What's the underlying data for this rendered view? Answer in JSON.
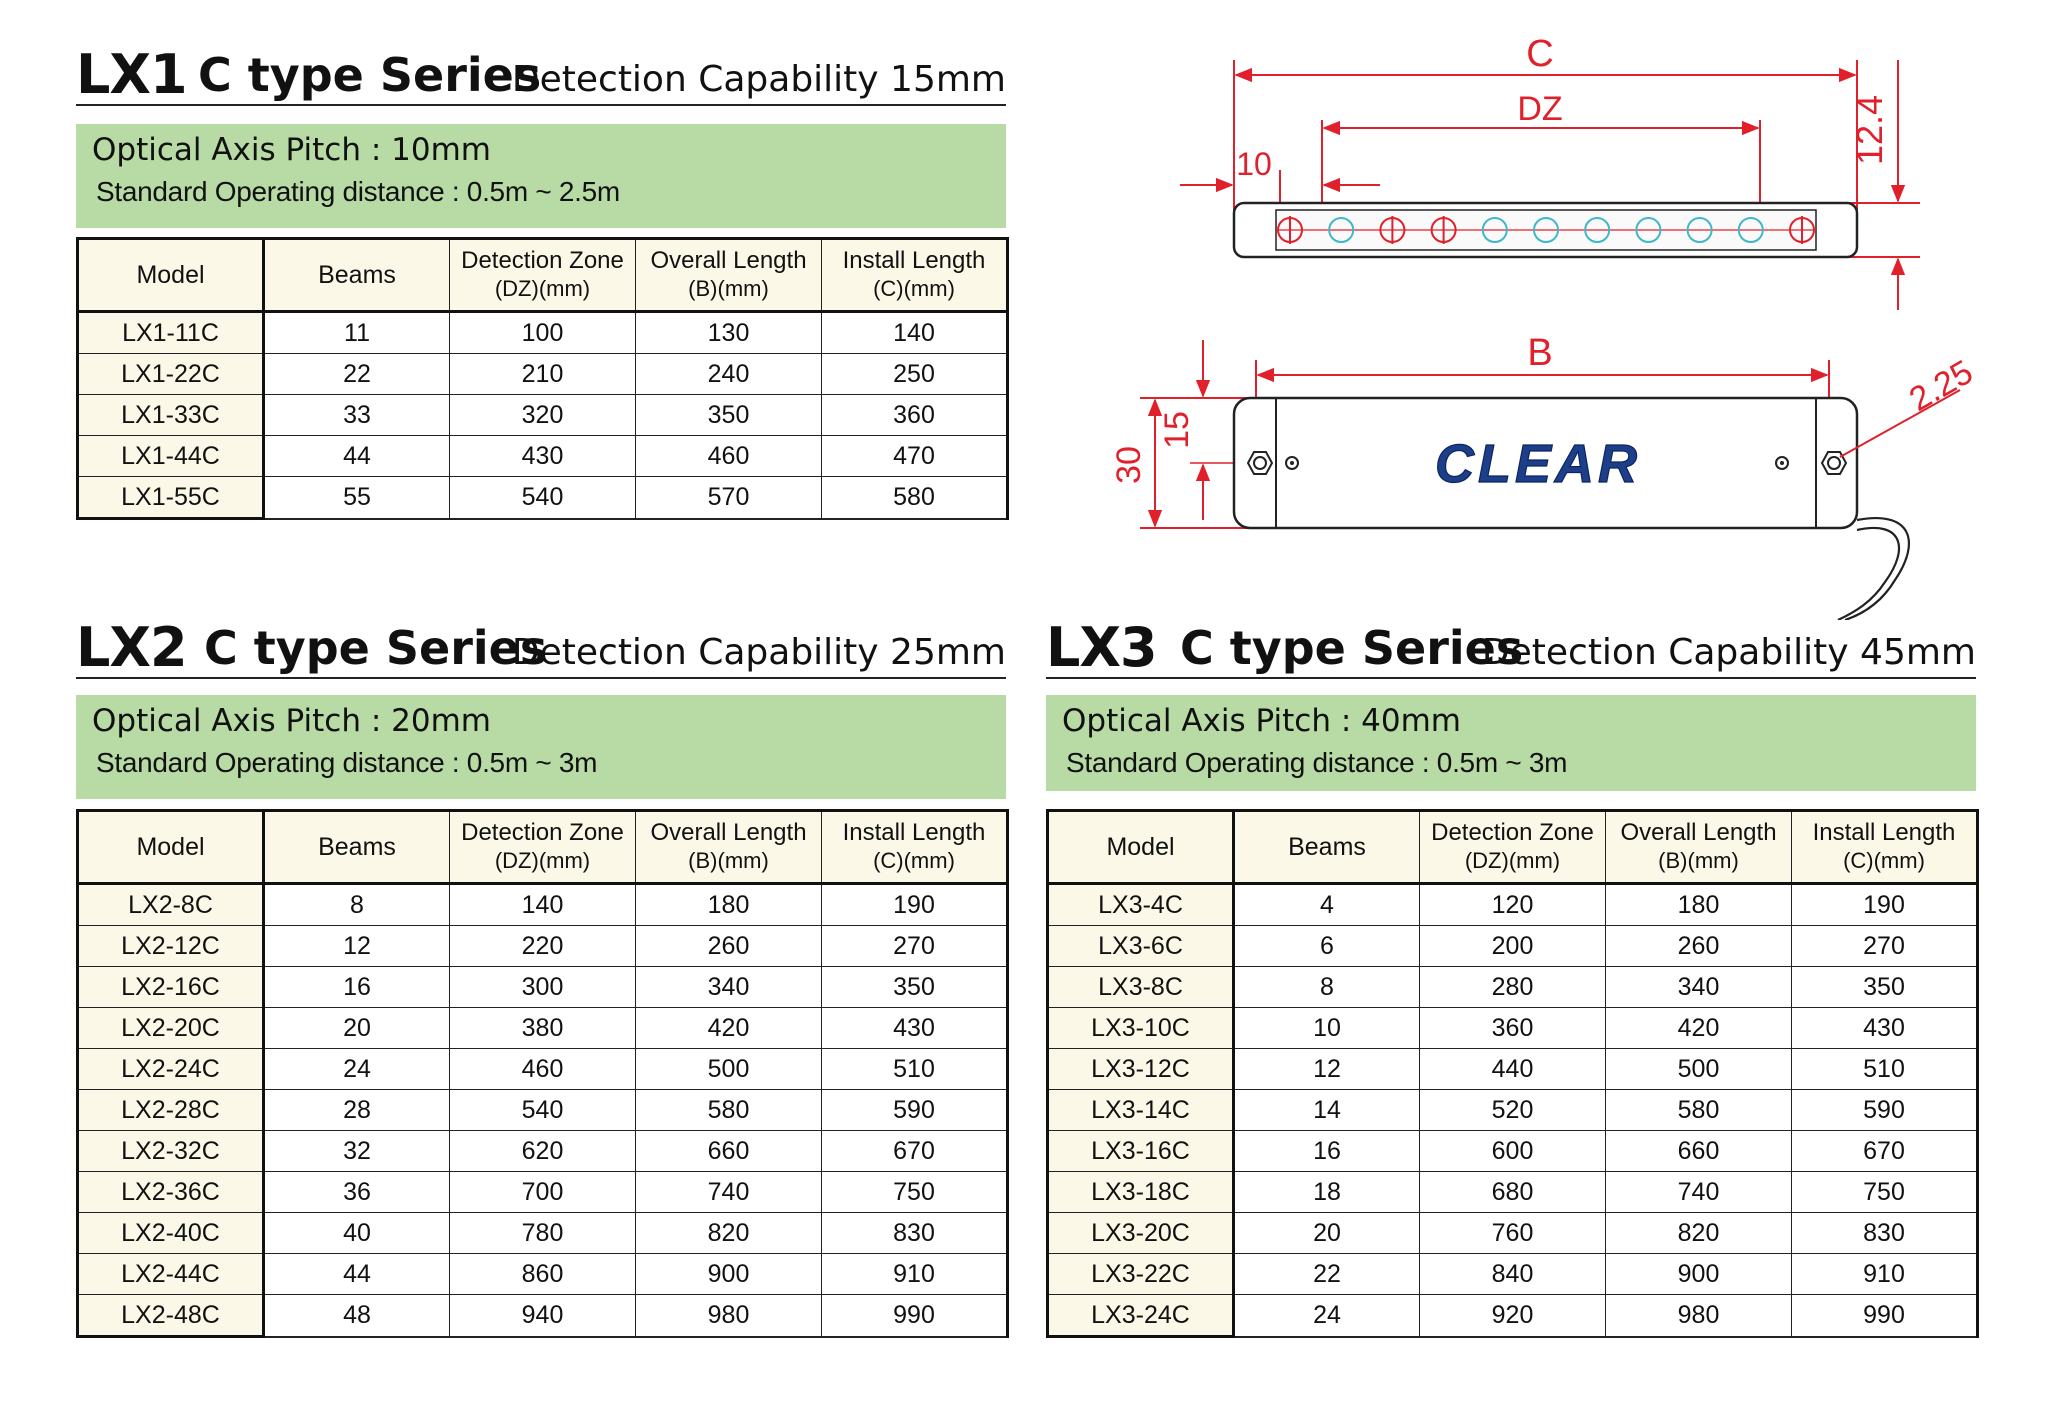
{
  "headers": {
    "model": "Model",
    "beams": "Beams",
    "dz": "Detection Zone",
    "dz_sub": "(DZ)(mm)",
    "overall": "Overall Length",
    "overall_sub": "(B)(mm)",
    "install": "Install Length",
    "install_sub": "(C)(mm)"
  },
  "lx1": {
    "model": "LX1",
    "series": "C type Series",
    "capability": "Detection Capability 15mm",
    "pitch": "Optical Axis Pitch : 10mm",
    "distance": "Standard Operating distance : 0.5m ~ 2.5m",
    "rows": [
      [
        "LX1-11C",
        "11",
        "100",
        "130",
        "140"
      ],
      [
        "LX1-22C",
        "22",
        "210",
        "240",
        "250"
      ],
      [
        "LX1-33C",
        "33",
        "320",
        "350",
        "360"
      ],
      [
        "LX1-44C",
        "44",
        "430",
        "460",
        "470"
      ],
      [
        "LX1-55C",
        "55",
        "540",
        "570",
        "580"
      ]
    ]
  },
  "lx2": {
    "model": "LX2",
    "series": "C type Series",
    "capability": "Detection Capability 25mm",
    "pitch": "Optical Axis Pitch : 20mm",
    "distance": "Standard Operating distance : 0.5m ~ 3m",
    "rows": [
      [
        "LX2-8C",
        "8",
        "140",
        "180",
        "190"
      ],
      [
        "LX2-12C",
        "12",
        "220",
        "260",
        "270"
      ],
      [
        "LX2-16C",
        "16",
        "300",
        "340",
        "350"
      ],
      [
        "LX2-20C",
        "20",
        "380",
        "420",
        "430"
      ],
      [
        "LX2-24C",
        "24",
        "460",
        "500",
        "510"
      ],
      [
        "LX2-28C",
        "28",
        "540",
        "580",
        "590"
      ],
      [
        "LX2-32C",
        "32",
        "620",
        "660",
        "670"
      ],
      [
        "LX2-36C",
        "36",
        "700",
        "740",
        "750"
      ],
      [
        "LX2-40C",
        "40",
        "780",
        "820",
        "830"
      ],
      [
        "LX2-44C",
        "44",
        "860",
        "900",
        "910"
      ],
      [
        "LX2-48C",
        "48",
        "940",
        "980",
        "990"
      ]
    ]
  },
  "lx3": {
    "model": "LX3",
    "series": "C type Series",
    "capability": "Detection Capability 45mm",
    "pitch": "Optical Axis Pitch : 40mm",
    "distance": "Standard Operating distance : 0.5m ~ 3m",
    "rows": [
      [
        "LX3-4C",
        "4",
        "120",
        "180",
        "190"
      ],
      [
        "LX3-6C",
        "6",
        "200",
        "260",
        "270"
      ],
      [
        "LX3-8C",
        "8",
        "280",
        "340",
        "350"
      ],
      [
        "LX3-10C",
        "10",
        "360",
        "420",
        "430"
      ],
      [
        "LX3-12C",
        "12",
        "440",
        "500",
        "510"
      ],
      [
        "LX3-14C",
        "14",
        "520",
        "580",
        "590"
      ],
      [
        "LX3-16C",
        "16",
        "600",
        "660",
        "670"
      ],
      [
        "LX3-18C",
        "18",
        "680",
        "740",
        "750"
      ],
      [
        "LX3-20C",
        "20",
        "760",
        "820",
        "830"
      ],
      [
        "LX3-22C",
        "22",
        "840",
        "900",
        "910"
      ],
      [
        "LX3-24C",
        "24",
        "920",
        "980",
        "990"
      ]
    ]
  },
  "diagram": {
    "dim_c": "C",
    "dim_dz": "DZ",
    "dim_10": "10",
    "dim_12_4": "12.4",
    "dim_b": "B",
    "dim_15": "15",
    "dim_30": "30",
    "dim_2_25": "2.25",
    "brand": "CLEAR",
    "dim_color": "#e0202a",
    "brand_color": "#1d3f8a",
    "beam_color": "#3fb8c8"
  }
}
